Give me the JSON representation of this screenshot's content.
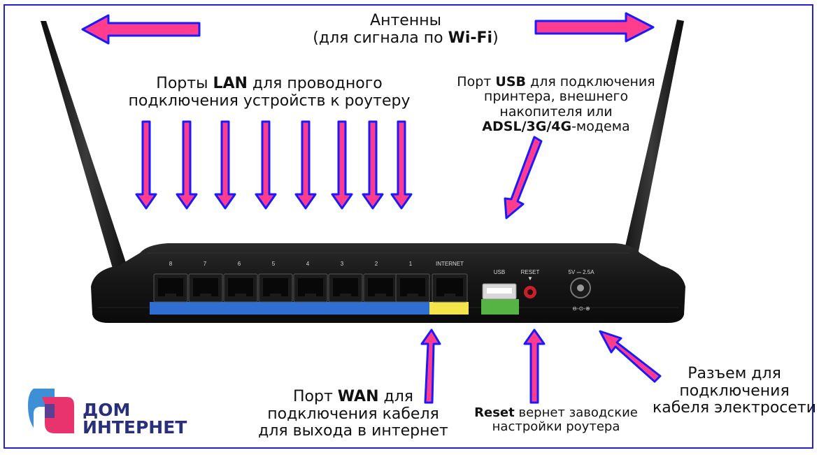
{
  "labels": {
    "antenna_line1": "Антенны",
    "antenna_line2_pre": "(для сигнала по ",
    "antenna_line2_bold": "Wi-Fi",
    "antenna_line2_post": ")",
    "lan_pre": "Порты ",
    "lan_bold": "LAN",
    "lan_post": " для проводного",
    "lan_line2": "подключения устройств к роутеру",
    "usb_pre": "Порт ",
    "usb_bold": "USB",
    "usb_post": " для подключения",
    "usb_line2": "принтера, внешнего",
    "usb_line3": "накопителя или",
    "usb_line4_bold": "ADSL/3G/4G",
    "usb_line4_post": "-модема",
    "wan_pre": "Порт ",
    "wan_bold": "WAN",
    "wan_post": " для",
    "wan_line2": "подключения кабеля",
    "wan_line3": "для выхода в интернет",
    "reset_bold": "Reset",
    "reset_post": " вернет заводские",
    "reset_line2": "настройки роутера",
    "power_line1": "Разъем для",
    "power_line2": "подключения",
    "power_line3": "кабеля электросети"
  },
  "router": {
    "port_numbers": [
      "8",
      "7",
      "6",
      "5",
      "4",
      "3",
      "2",
      "1"
    ],
    "internet_label": "INTERNET",
    "usb_label": "USB",
    "reset_label": "RESET",
    "power_rating": "5V ⎓ 2.5A",
    "polarity": "⊖-⊙-⊕"
  },
  "logo": {
    "line1": "ДОМ",
    "line2": "ИНТЕРНЕТ"
  },
  "colors": {
    "arrow_fill": "#ff3c8e",
    "arrow_outline": "#1a1aff",
    "frame": "#2222cc",
    "lan_strip": "#2e6fd1",
    "wan_strip": "#f3e54a",
    "usb_block": "#55b443",
    "logo_blue": "#3d8fd6",
    "logo_pink": "#e8336e",
    "logo_text": "#2a2f7a"
  }
}
